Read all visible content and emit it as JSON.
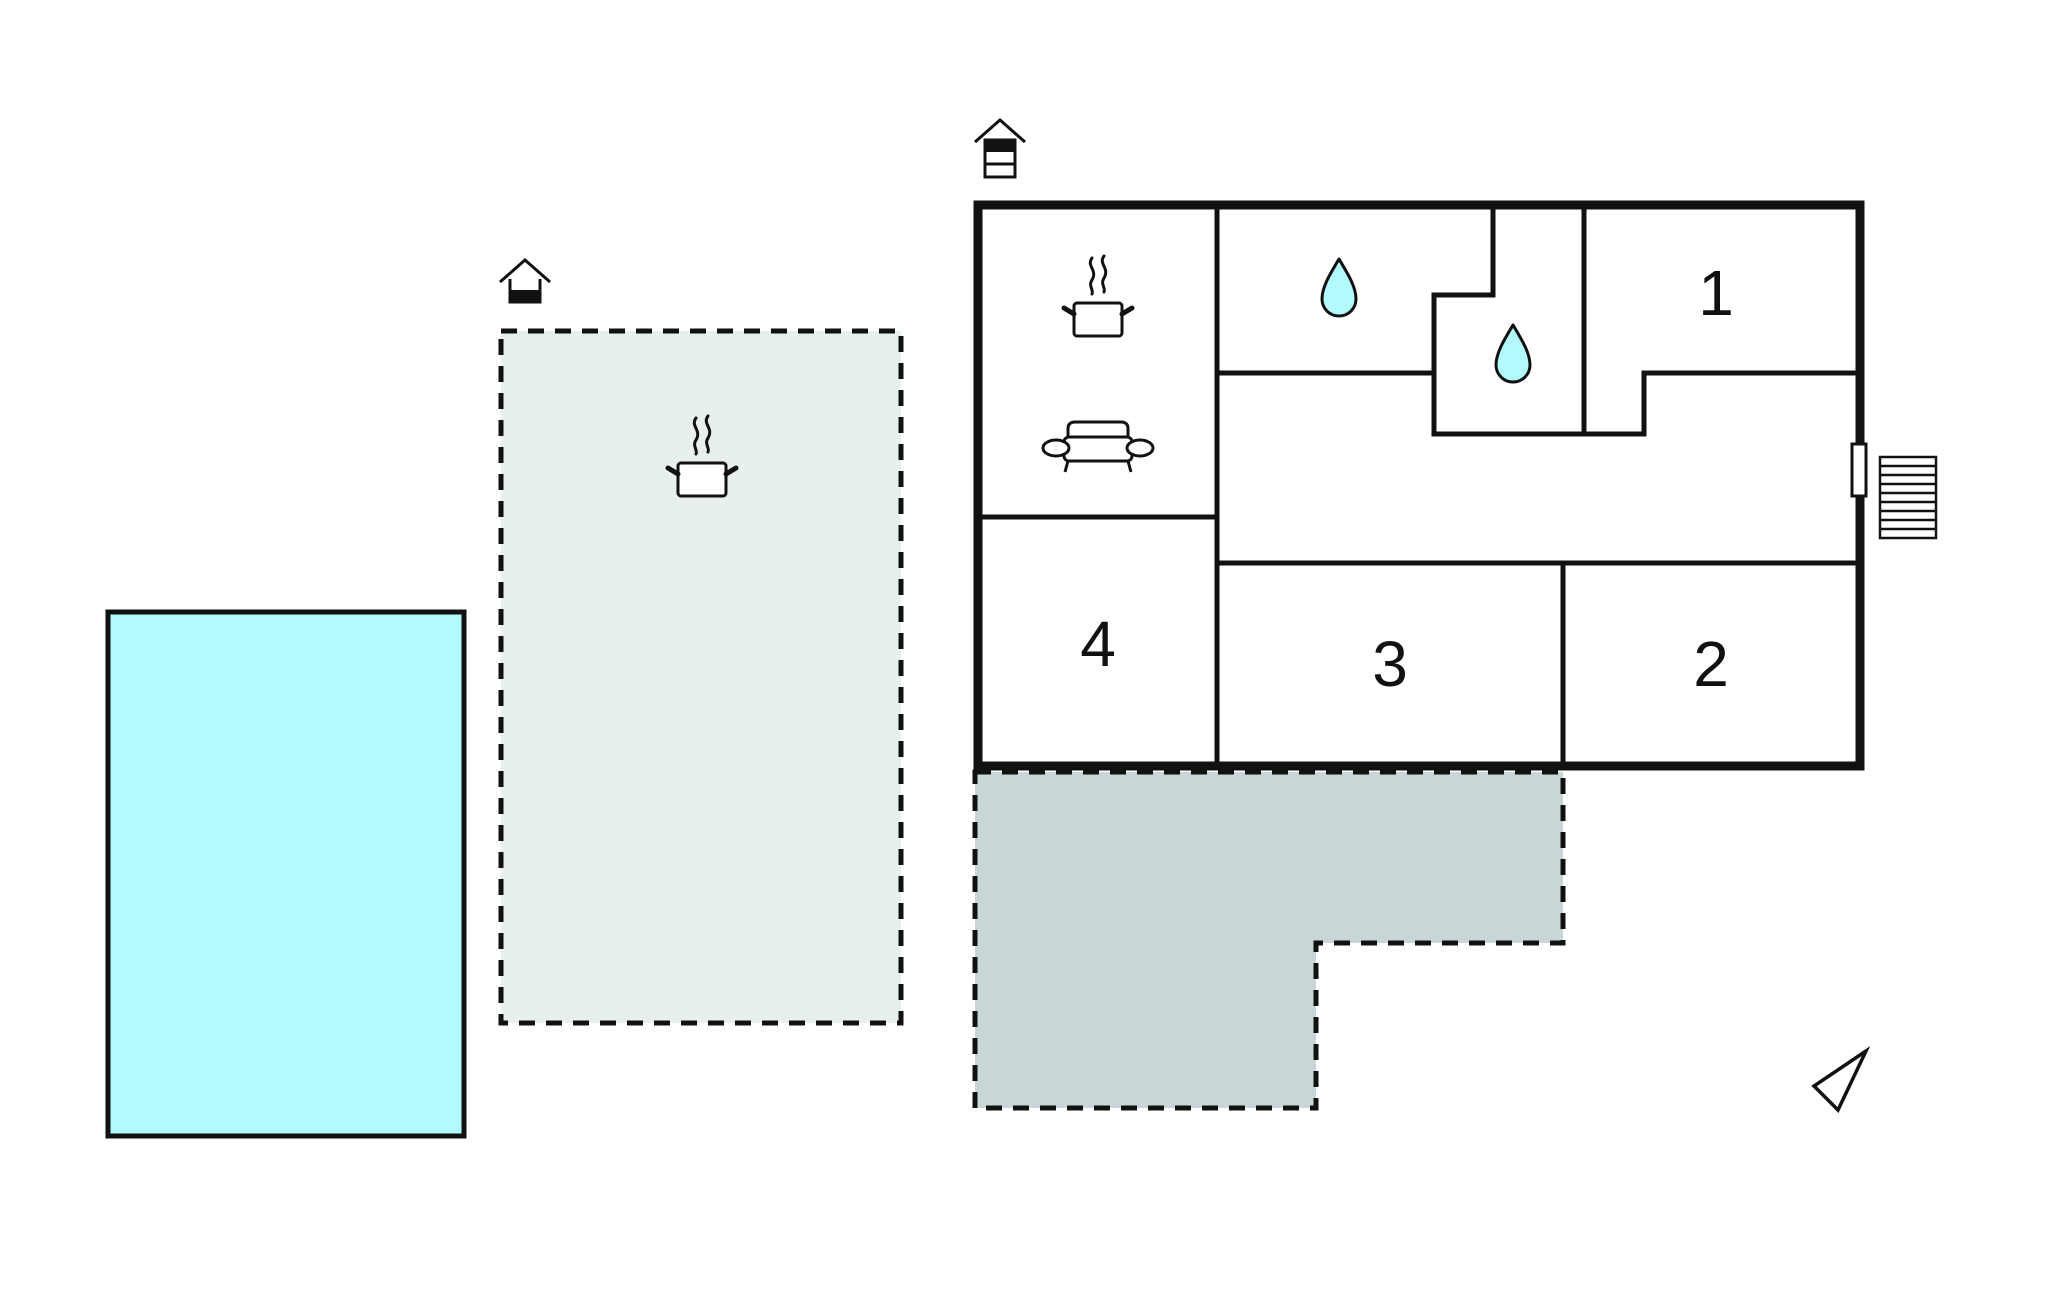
{
  "colors": {
    "wall": "#111111",
    "pool_fill": "#b3fafe",
    "outdoor_area_fill": "#e8efef",
    "terrace_fill": "#c8d6d7",
    "water_drop_fill": "#b3fafe",
    "background": "#ffffff"
  },
  "rooms": {
    "bedroom_1": "1",
    "bedroom_2": "2",
    "bedroom_3": "3",
    "bedroom_4": "4"
  },
  "icons": {
    "kitchen_indoor": "cooking-pot-icon",
    "kitchen_outdoor": "cooking-pot-icon",
    "living": "sofa-icon",
    "bathroom_a": "water-drop-icon",
    "bathroom_b": "water-drop-icon",
    "covered_outdoor_marker": "roofed-house-icon",
    "floor_marker": "house-with-floors-icon",
    "entrance_stairs": "stairs-icon",
    "entrance_door": "door-icon",
    "north_arrow": "north-arrow-icon"
  }
}
